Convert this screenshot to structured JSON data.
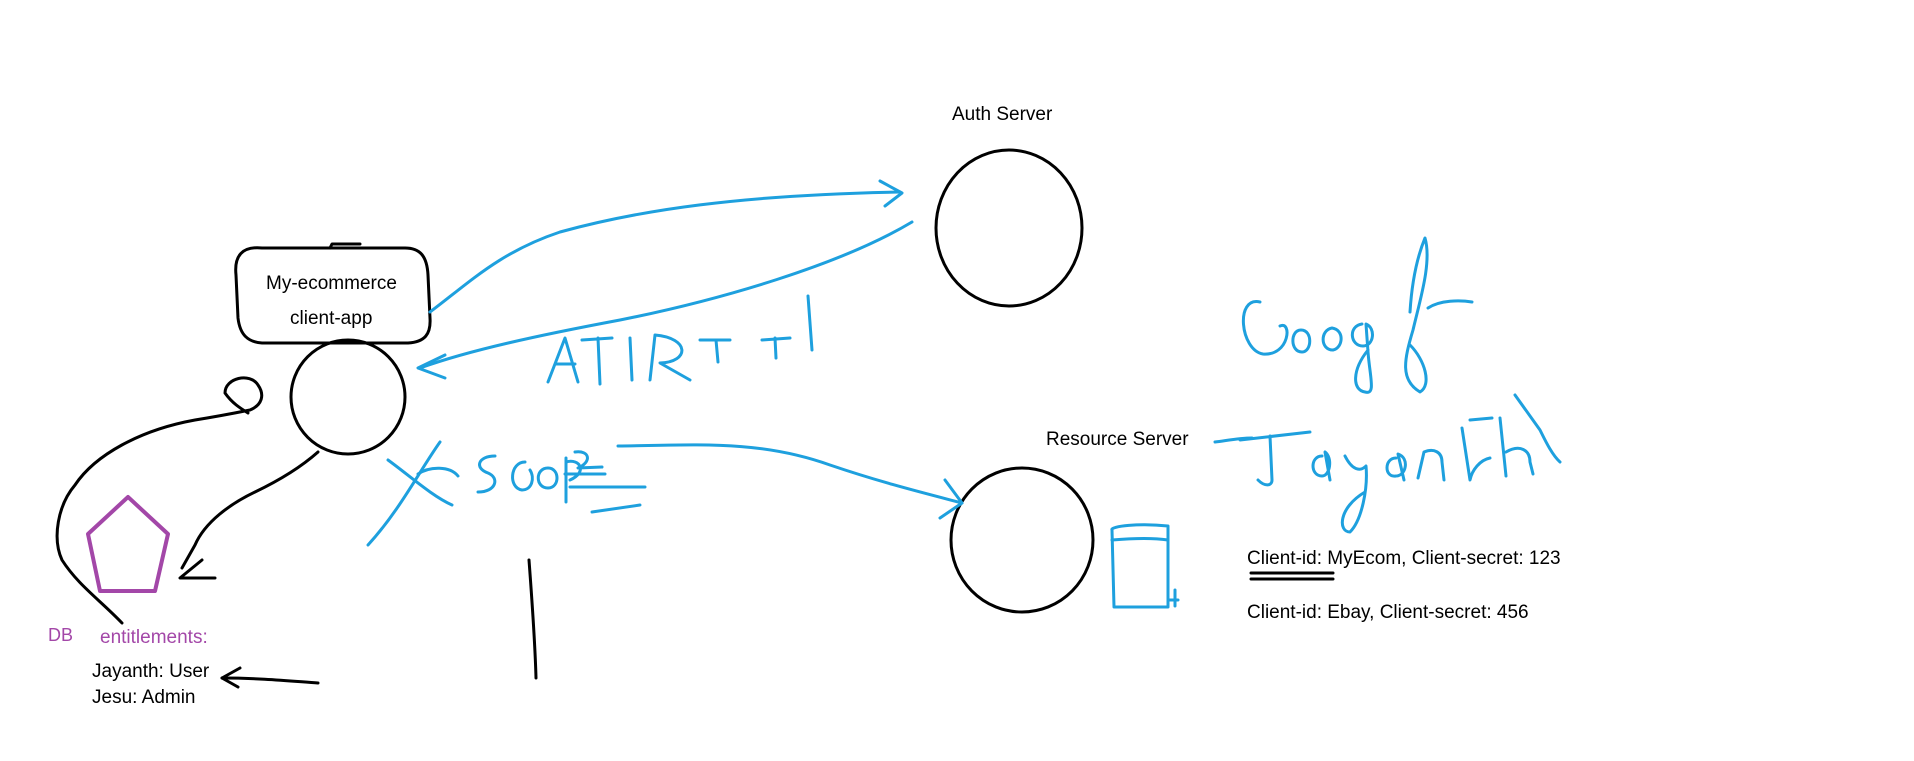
{
  "labels": {
    "auth_server": "Auth Server",
    "client_app_line1": "My-ecommerce",
    "client_app_line2": "client-app",
    "resource_server": "Resource Server",
    "db": "DB",
    "entitlements": "entitlements:",
    "entitlement_1": "Jayanth: User",
    "entitlement_2": "Jesu: Admin",
    "client_row_1_key": "Client-id",
    "client_row_1_rest": ": MyEcom, Client-secret: 123",
    "client_row_2": "Client-id: Ebay, Client-secret: 456"
  },
  "handwritten": {
    "at_rt": "AT RT",
    "scope": "Scope",
    "google": "Google",
    "jayanth": "Jayanth"
  },
  "colors": {
    "ink": "#000000",
    "pen_blue": "#1ea0de",
    "db_purple": "#a347a8",
    "background": "#ffffff"
  }
}
